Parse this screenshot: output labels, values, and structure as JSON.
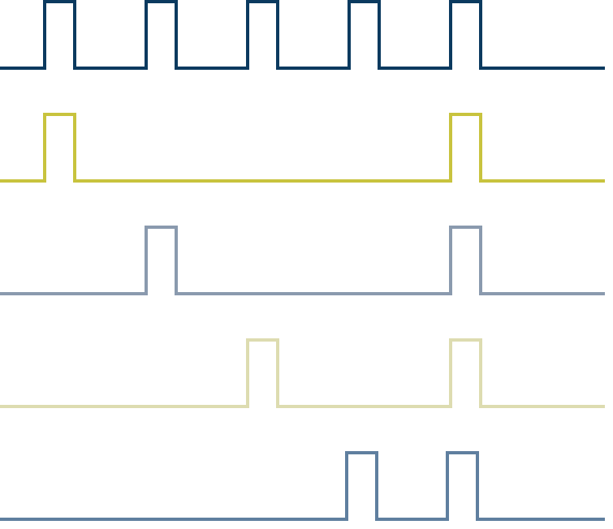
{
  "diagram": {
    "type": "pulse-timing-diagram",
    "grid": {
      "on": false
    },
    "signals": [
      {
        "color": "#0b3a5f",
        "pulses": [
          1,
          2,
          3,
          4,
          5
        ]
      },
      {
        "color": "#c8c33e",
        "pulses": [
          1,
          5
        ]
      },
      {
        "color": "#8a9aae",
        "pulses": [
          2,
          5
        ]
      },
      {
        "color": "#dddcb0",
        "pulses": [
          3,
          5
        ]
      },
      {
        "color": "#5f7f9f",
        "pulses": [
          4,
          5
        ]
      }
    ]
  }
}
